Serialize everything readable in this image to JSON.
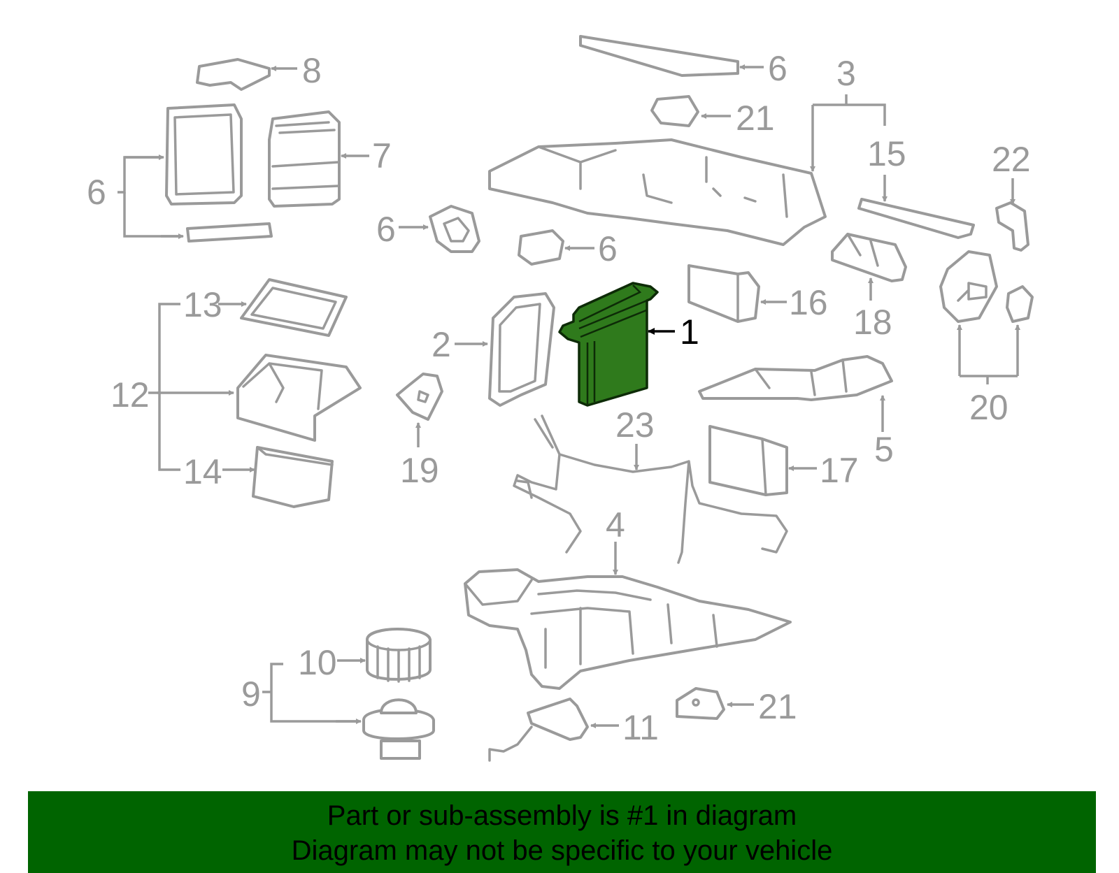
{
  "diagram": {
    "highlight_color": "#2f7a1c",
    "line_color": "#9a9a9a",
    "callouts": {
      "c1": "1",
      "c2": "2",
      "c3": "3",
      "c4": "4",
      "c5": "5",
      "c6a": "6",
      "c6b": "6",
      "c6c": "6",
      "c6d": "6",
      "c7": "7",
      "c8": "8",
      "c9": "9",
      "c10": "10",
      "c11": "11",
      "c12": "12",
      "c13": "13",
      "c14": "14",
      "c15": "15",
      "c16": "16",
      "c17": "17",
      "c18": "18",
      "c19": "19",
      "c20": "20",
      "c21a": "21",
      "c21b": "21",
      "c22": "22",
      "c23": "23"
    }
  },
  "banner": {
    "background": "#006400",
    "line1": "Part or sub-assembly is #1 in diagram",
    "line2": "Diagram may not be specific to your vehicle"
  }
}
